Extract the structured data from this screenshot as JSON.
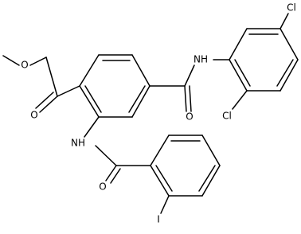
{
  "molecule": {
    "labels": {
      "ester_o_single": "O",
      "ester_o_double": "O",
      "amide_nh_top": "NH",
      "amide_o_top": "O",
      "cl_top": "Cl",
      "cl_bottom": "Cl",
      "amide_nh_bottom": "NH",
      "amide_o_bottom": "O",
      "iodine": "I"
    },
    "colors": {
      "bond": "#000000",
      "text": "#000000",
      "background": "#ffffff"
    }
  }
}
